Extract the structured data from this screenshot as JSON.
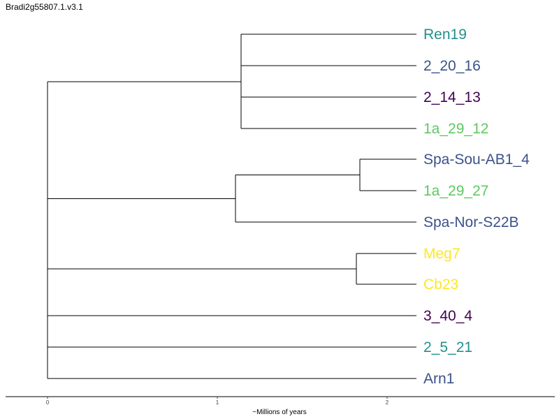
{
  "title": "Bradi2g55807.1.v3.1",
  "axis": {
    "label": "~Millions of years",
    "ticks": [
      "0",
      "1",
      "2"
    ]
  },
  "colors": {
    "teal": "#21908c",
    "blue": "#3b528b",
    "purple": "#440154",
    "green": "#5ec962",
    "yellow": "#fde725"
  },
  "tips": [
    {
      "label": "Ren19",
      "color": "#21908c"
    },
    {
      "label": "2_20_16",
      "color": "#3b528b"
    },
    {
      "label": "2_14_13",
      "color": "#440154"
    },
    {
      "label": "1a_29_12",
      "color": "#5ec962"
    },
    {
      "label": "Spa-Sou-AB1_4",
      "color": "#3b528b"
    },
    {
      "label": "1a_29_27",
      "color": "#5ec962"
    },
    {
      "label": "Spa-Nor-S22B",
      "color": "#3b528b"
    },
    {
      "label": "Meg7",
      "color": "#fde725"
    },
    {
      "label": "Cb23",
      "color": "#fde725"
    },
    {
      "label": "3_40_4",
      "color": "#440154"
    },
    {
      "label": "2_5_21",
      "color": "#21908c"
    },
    {
      "label": "Arn1",
      "color": "#3b528b"
    }
  ]
}
